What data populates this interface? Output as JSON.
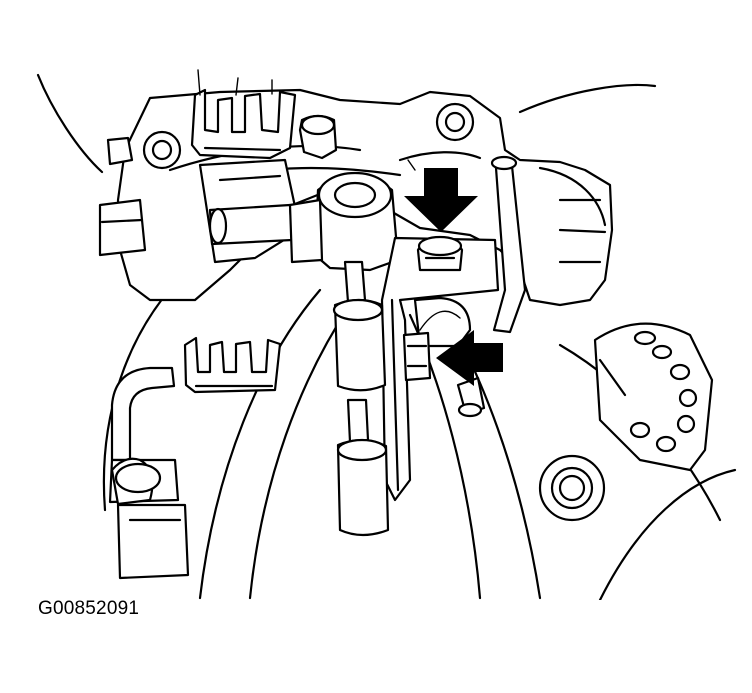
{
  "figure": {
    "id_label": "G00852091",
    "callouts": [
      {
        "name": "arrow-down-to-bolt",
        "direction": "down",
        "target": "bolt"
      },
      {
        "name": "arrow-left-to-nut",
        "direction": "left",
        "target": "nut"
      }
    ],
    "colors": {
      "line": "#000000",
      "background": "#ffffff"
    }
  }
}
